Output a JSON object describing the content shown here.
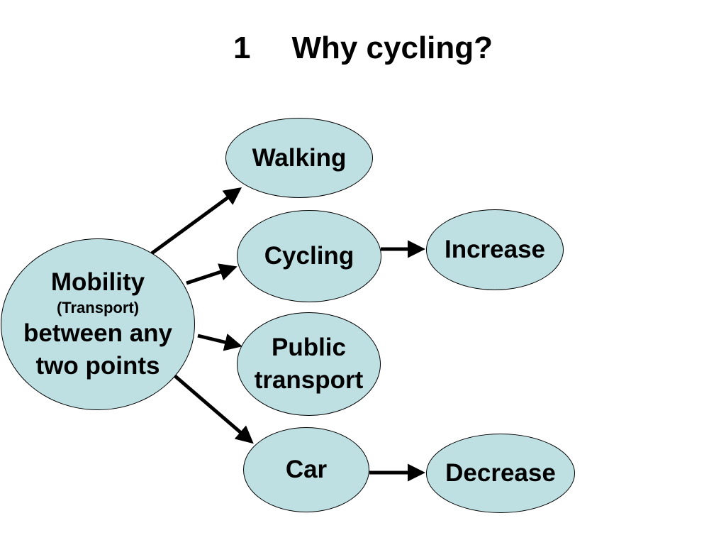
{
  "title": {
    "number": "1",
    "text": "Why cycling?"
  },
  "nodes": {
    "mobility": {
      "line1": "Mobility",
      "line2": "(Transport)",
      "line3": "between any",
      "line4": "two points"
    },
    "walking": "Walking",
    "cycling": "Cycling",
    "public_transport": {
      "line1": "Public",
      "line2": "transport"
    },
    "car": "Car",
    "increase": "Increase",
    "decrease": "Decrease"
  },
  "colors": {
    "node_fill": "#bfe0e3",
    "node_border": "#000000",
    "arrow": "#000000",
    "background": "#ffffff"
  }
}
